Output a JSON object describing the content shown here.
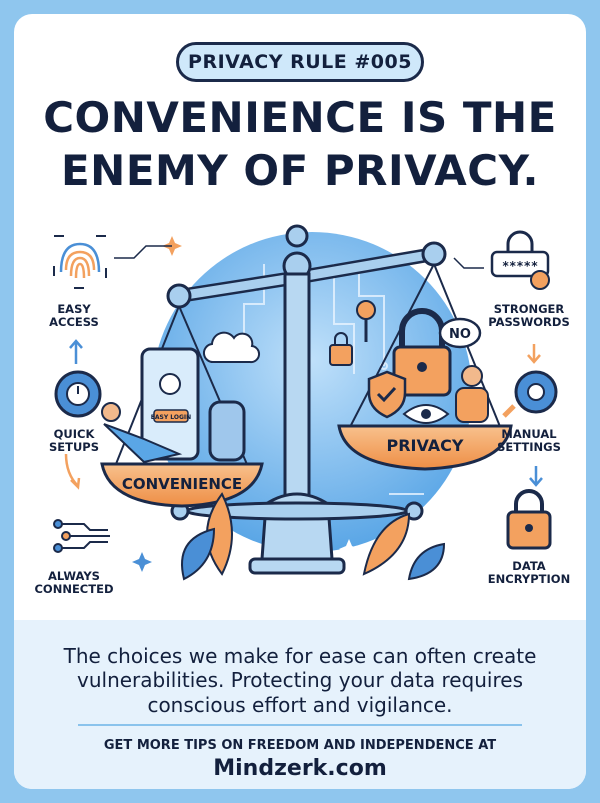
{
  "poster": {
    "rule_badge": "PRIVACY RULE #005",
    "headline_line1": "CONVENIENCE IS THE",
    "headline_line2": "ENEMY OF PRIVACY.",
    "body": "The choices we make for ease can often create vulnerabilities. Protecting your data requires conscious effort and vigilance.",
    "footer_line1": "GET MORE TIPS ON FREEDOM AND INDEPENDENCE AT",
    "footer_line2": "Mindzerk.com"
  },
  "scale": {
    "left_pan_label": "CONVENIENCE",
    "right_pan_label": "PRIVACY",
    "speech_bubble": "NO",
    "phone_button": "EASY LOGIN",
    "password_mask": "*****"
  },
  "left_items": [
    {
      "line1": "EASY",
      "line2": "ACCESS",
      "icon": "fingerprint-icon"
    },
    {
      "line1": "QUICK",
      "line2": "SETUPS",
      "icon": "stopwatch-gear-icon"
    },
    {
      "line1": "ALWAYS",
      "line2": "CONNECTED",
      "icon": "network-nodes-icon"
    }
  ],
  "right_items": [
    {
      "line1": "STRONGER",
      "line2": "PASSWORDS",
      "icon": "password-lock-icon"
    },
    {
      "line1": "MANUAL",
      "line2": "SETTINGS",
      "icon": "gear-wrench-icon"
    },
    {
      "line1": "DATA",
      "line2": "ENCRYPTION",
      "icon": "padlock-icon"
    }
  ],
  "colors": {
    "background": "#8fc6ee",
    "navy": "#13203d",
    "accent_orange": "#f3a15f",
    "accent_blue": "#4a8fd6",
    "circle_blue": "#6fb3ea"
  }
}
